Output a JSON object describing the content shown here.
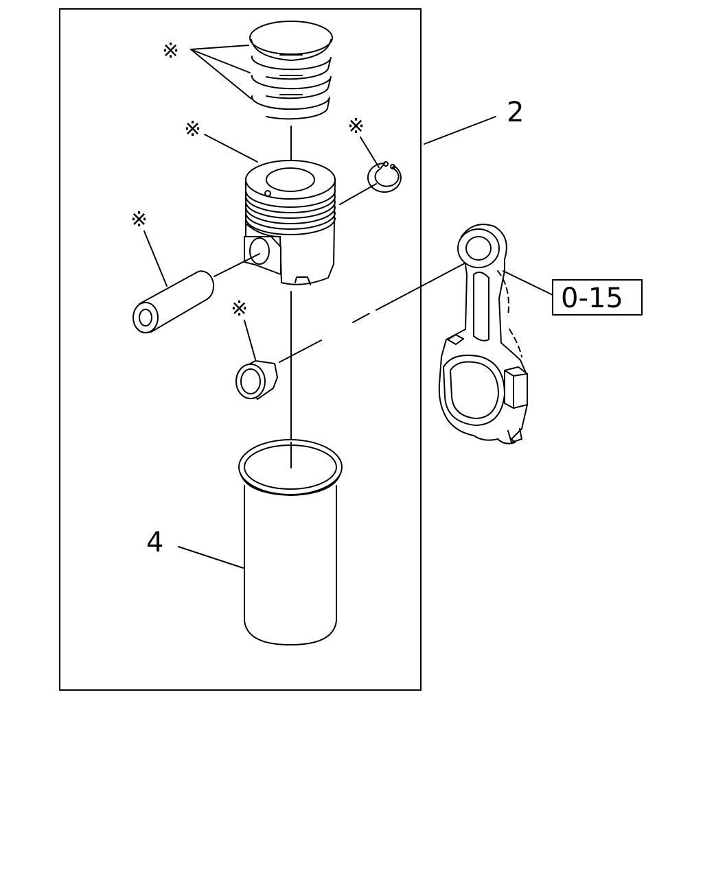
{
  "callouts": {
    "assembly": "2",
    "liner": "4",
    "ref_box": "0-15"
  },
  "marks": {
    "rings": "※",
    "piston": "※",
    "snap_ring": "※",
    "pin": "※",
    "bushing": "※"
  }
}
